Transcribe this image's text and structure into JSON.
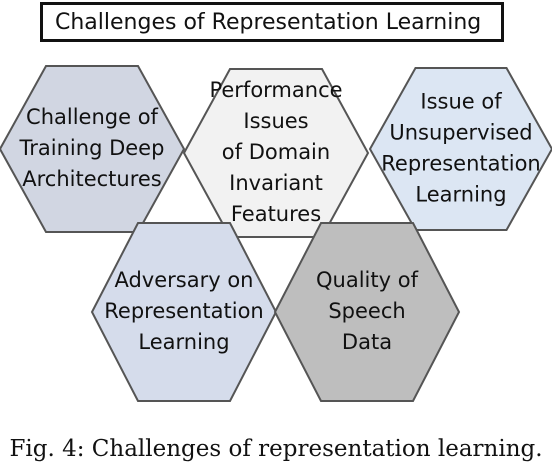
{
  "title": "Challenges of Representation Learning",
  "hexagons": [
    {
      "fill": "#D1D6E2",
      "lines": [
        "Challenge of",
        "Training Deep",
        "Architectures"
      ]
    },
    {
      "fill": "#F2F2F2",
      "lines": [
        "Performance",
        "Issues",
        "of Domain",
        "Invariant",
        "Features"
      ]
    },
    {
      "fill": "#DCE6F3",
      "lines": [
        "Issue of",
        "Unsupervised",
        "Representation",
        "Learning"
      ]
    },
    {
      "fill": "#D5DCEB",
      "lines": [
        "Adversary on",
        "Representation",
        "Learning"
      ]
    },
    {
      "fill": "#BEBEBE",
      "lines": [
        "Quality of",
        "Speech",
        "Data"
      ]
    }
  ],
  "caption": "Fig. 4: Challenges of representation learning."
}
